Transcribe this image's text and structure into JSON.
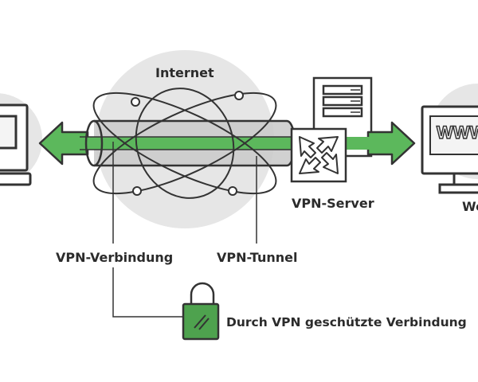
{
  "labels": {
    "internet": "Internet",
    "vpn_server": "VPN-Server",
    "web_partial": "We",
    "vpn_connection": "VPN-Verbindung",
    "vpn_tunnel": "VPN-Tunnel",
    "protected_connection": "Durch VPN geschützte Verbindung"
  },
  "web_screen_text": "WWW",
  "colors": {
    "accent_green": "#5cb85c",
    "lock_green": "#4ea24e",
    "outline": "#333333",
    "bubble_gray": "#e6e6e6",
    "tunnel_gray": "#c9c9c9"
  },
  "icons": {
    "client": "laptop-icon",
    "server": "server-icon",
    "router": "router-icon",
    "web": "monitor-icon",
    "lock": "lock-icon",
    "internet": "globe-network-icon"
  }
}
